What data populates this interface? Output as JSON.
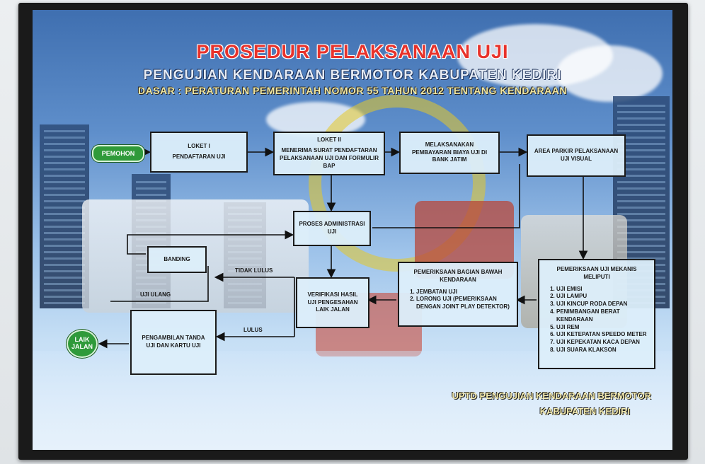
{
  "poster": {
    "title": "PROSEDUR PELAKSANAAN UJI",
    "subtitle": "PENGUJIAN KENDARAAN BERMOTOR KABUPATEN KEDIRI",
    "basis": "DASAR : PERATURAN PEMERINTAH NOMOR 55 TAHUN 2012 TENTANG KENDARAAN"
  },
  "flow": {
    "pemohon": "PEMOHON",
    "loket1": {
      "title": "LOKET I",
      "body": "PENDAFTARAN UJI"
    },
    "loket2": {
      "title": "LOKET II",
      "body": "MENERIMA SURAT PENDAFTARAN PELAKSANAAN UJI DAN FORMULIR BAP"
    },
    "bayar": {
      "body": "MELAKSANAKAN PEMBAYARAN BIAYA UJI DI BANK JATIM"
    },
    "parkir": {
      "body": "AREA PARKIR PELAKSANAAN UJI VISUAL"
    },
    "proses": {
      "body": "PROSES ADMINISTRASI UJI"
    },
    "mekanis": {
      "title": "PEMERIKSAAN UJI MEKANIS MELIPUTI",
      "items": [
        "UJI EMISI",
        "UJI LAMPU",
        "UJI KINCUP RODA DEPAN",
        "PENIMBANGAN BERAT KENDARAAN",
        "UJI REM",
        "UJI KETEPATAN SPEEDO METER",
        "UJI KEPEKATAN KACA DEPAN",
        "UJI SUARA KLAKSON"
      ]
    },
    "bawah": {
      "title": "PEMERIKSAAN BAGIAN BAWAH KENDARAAN",
      "items": [
        "JEMBATAN UJI",
        "LORONG UJI (PEMERIKSAAN DENGAN JOINT PLAY DETEKTOR)"
      ]
    },
    "verifikasi": {
      "body": "VERIFIKASI HASIL UJI PENGESAHAN LAIK JALAN"
    },
    "banding": {
      "body": "BANDING"
    },
    "pengambilan": {
      "body": "PENGAMBILAN TANDA UJI DAN KARTU UJI"
    },
    "laik": "LAIK JALAN",
    "labels": {
      "tidak_lulus": "TIDAK LULUS",
      "uji_ulang": "UJI ULANG",
      "lulus": "LULUS"
    }
  },
  "footer": {
    "line1": "UPTD PENGUJIAN KENDARAAN BERMOTOR",
    "line2": "KABUPATEN KEDIRI"
  },
  "colors": {
    "title_red": "#e8322b",
    "pill_green": "#2f9a3a",
    "box_fill": "#dceefa"
  }
}
